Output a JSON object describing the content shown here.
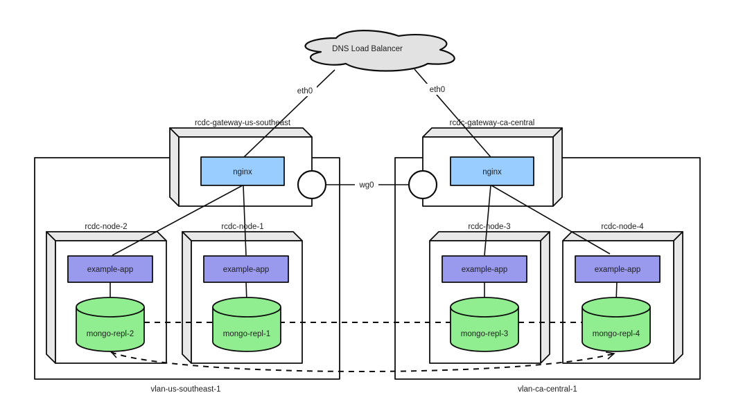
{
  "labels": {
    "cloud": "DNS Load Balancer",
    "eth0_left": "eth0",
    "eth0_right": "eth0",
    "wg0": "wg0"
  },
  "gateways": [
    {
      "name": "rcdc-gateway-us-southeast",
      "service": "nginx"
    },
    {
      "name": "rcdc-gateway-ca-central",
      "service": "nginx"
    }
  ],
  "vlans": [
    {
      "name": "vlan-us-southeast-1",
      "nodes": [
        {
          "name": "rcdc-node-2",
          "app": "example-app",
          "db": "mongo-repl-2"
        },
        {
          "name": "rcdc-node-1",
          "app": "example-app",
          "db": "mongo-repl-1"
        }
      ]
    },
    {
      "name": "vlan-ca-central-1",
      "nodes": [
        {
          "name": "rcdc-node-3",
          "app": "example-app",
          "db": "mongo-repl-3"
        },
        {
          "name": "rcdc-node-4",
          "app": "example-app",
          "db": "mongo-repl-4"
        }
      ]
    }
  ],
  "colors": {
    "nginx": "#99ccff",
    "app": "#9999ee",
    "db": "#90ee90",
    "cloud": "#e2e2e2"
  }
}
